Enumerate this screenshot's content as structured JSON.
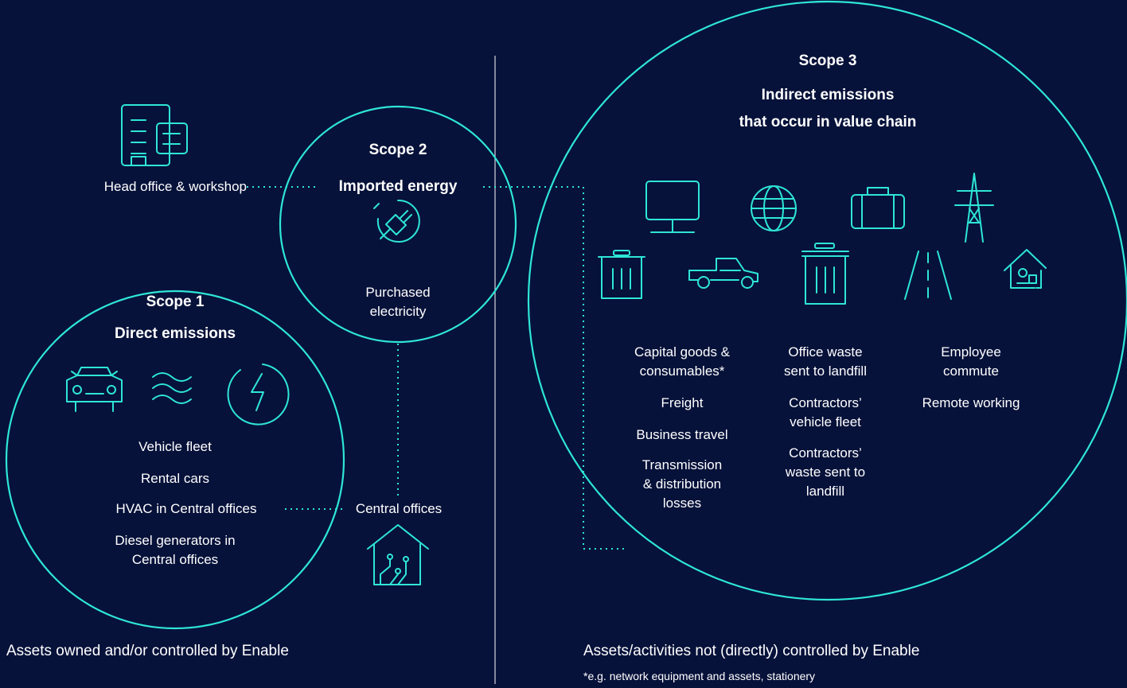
{
  "colors": {
    "background": "#07123a",
    "accent": "#2ee6d6",
    "text": "#ffffff"
  },
  "scope1": {
    "title": "Scope 1",
    "subtitle": "Direct emissions",
    "items": [
      "Vehicle fleet",
      "Rental cars",
      "HVAC in Central offices",
      "Diesel generators in",
      "Central offices"
    ],
    "icons": [
      "car-icon",
      "waves-icon",
      "lightning-icon"
    ]
  },
  "scope2": {
    "title": "Scope 2",
    "subtitle": "Imported energy",
    "item_line1": "Purchased",
    "item_line2": "electricity",
    "icon": "plug-icon"
  },
  "scope3": {
    "title": "Scope 3",
    "subtitle_line1": "Indirect emissions",
    "subtitle_line2": "that occur in value chain",
    "col1": [
      "Capital goods &",
      "consumables*",
      "Freight",
      "Business travel",
      "Transmission",
      "& distribution",
      "losses"
    ],
    "col2": [
      "Office waste",
      "sent to landfill",
      "Contractors’",
      "vehicle fleet",
      "Contractors’",
      "waste sent to",
      "landfill"
    ],
    "col3": [
      "Employee",
      "commute",
      "Remote working"
    ],
    "icons": [
      "monitor-icon",
      "globe-icon",
      "briefcase-icon",
      "pylon-icon",
      "bin-icon",
      "truck-icon",
      "large-bin-icon",
      "road-icon",
      "home-worker-icon"
    ]
  },
  "head_office": {
    "label": "Head office & workshop",
    "icon": "building-icon"
  },
  "central_offices": {
    "label": "Central offices",
    "icon": "smart-home-icon"
  },
  "footer": {
    "left": "Assets owned and/or controlled by Enable",
    "right": "Assets/activities not (directly) controlled by Enable",
    "note": "*e.g. network equipment and assets, stationery"
  }
}
